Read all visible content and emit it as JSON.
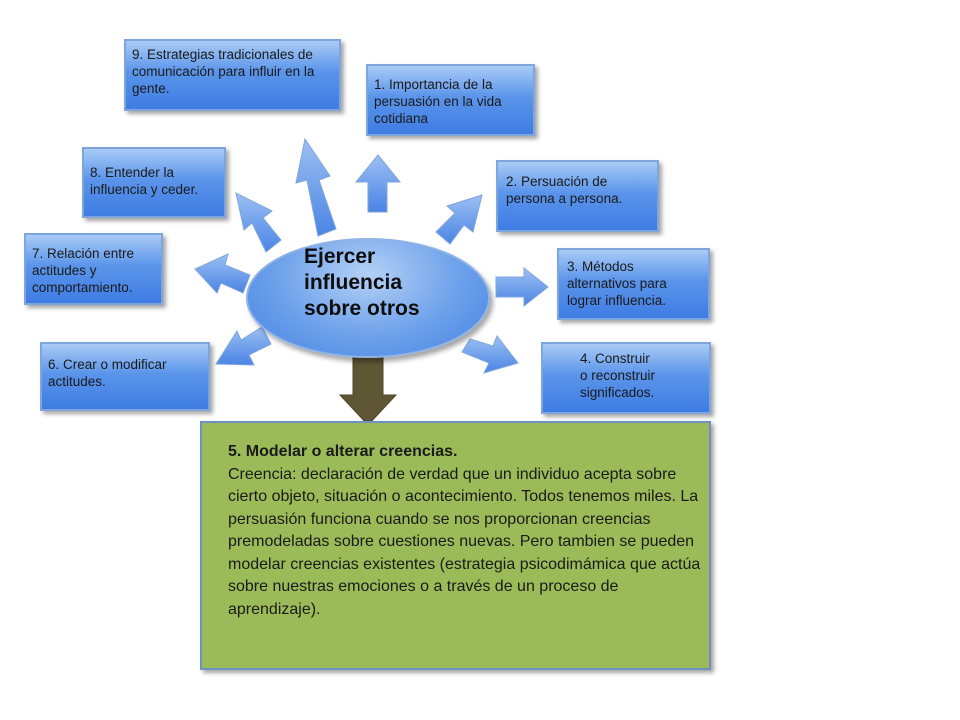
{
  "center": {
    "title": "Ejercer\ninfluencia\nsobre otros"
  },
  "items": [
    {
      "number": 1,
      "text": "1. Importancia de la persuasión en la vida cotidiana"
    },
    {
      "number": 2,
      "text": "2. Persuación de persona a persona."
    },
    {
      "number": 3,
      "text": "3. Métodos alternativos para lograr influencia."
    },
    {
      "number": 4,
      "text": "4. Construir o reconstruir significados."
    },
    {
      "number": 6,
      "text": "6. Crear o modificar actitudes."
    },
    {
      "number": 7,
      "text": "7.  Relación entre actitudes  y comportamiento."
    },
    {
      "number": 8,
      "text": "8. Entender la influencia y ceder."
    },
    {
      "number": 9,
      "text": "9. Estrategias tradicionales de comunicación para influir en la gente."
    }
  ],
  "detail": {
    "title": "5. Modelar o alterar creencias.",
    "body": "Creencia: declaración de verdad  que un individuo acepta sobre cierto objeto, situación o acontecimiento. Todos tenemos miles. La persuasión funciona cuando se nos proporcionan creencias premodeladas sobre cuestiones nuevas. Pero tambien se pueden modelar creencias existentes (estrategia psicodimámica que actúa sobre nuestras emociones o a través de un proceso de aprendizaje)."
  },
  "colors": {
    "box_fill": "#5b95ea",
    "box_border": "#7ea6dc",
    "arrow_fill": "#5a8fe6",
    "down_arrow": "#5f5634",
    "detail_fill": "#9bbb59",
    "detail_border": "#6e90c4"
  }
}
